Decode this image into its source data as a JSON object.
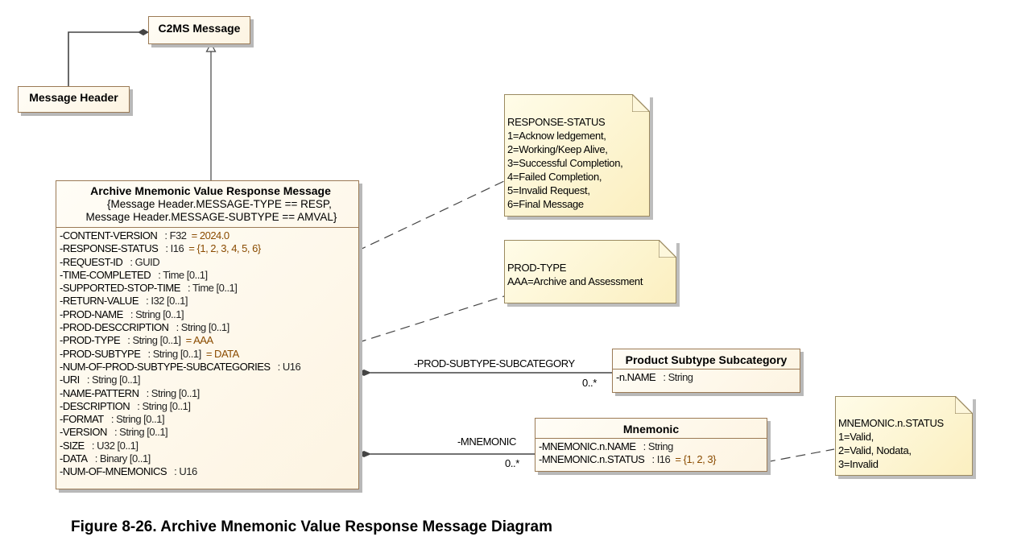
{
  "figure_caption": "Figure 8-26.  Archive Mnemonic Value Response Message Diagram",
  "classes": {
    "c2ms_message": {
      "name": "C2MS Message"
    },
    "message_header": {
      "name": "Message Header"
    },
    "archive_response": {
      "name": "Archive Mnemonic Value Response Message",
      "constraint_line1": "{Message Header.MESSAGE-TYPE == RESP,",
      "constraint_line2": "Message Header.MESSAGE-SUBTYPE == AMVAL}",
      "attributes": [
        {
          "name": "-CONTENT-VERSION",
          "type": ": F32",
          "default": "= 2024.0"
        },
        {
          "name": "-RESPONSE-STATUS",
          "type": ": I16",
          "default": "= {1, 2, 3, 4, 5, 6}"
        },
        {
          "name": "-REQUEST-ID",
          "type": ": GUID",
          "default": ""
        },
        {
          "name": "-TIME-COMPLETED",
          "type": ": Time [0..1]",
          "default": ""
        },
        {
          "name": "-SUPPORTED-STOP-TIME",
          "type": ": Time [0..1]",
          "default": ""
        },
        {
          "name": "-RETURN-VALUE",
          "type": ": I32 [0..1]",
          "default": ""
        },
        {
          "name": "-PROD-NAME",
          "type": ": String [0..1]",
          "default": ""
        },
        {
          "name": "-PROD-DESCCRIPTION",
          "type": ": String [0..1]",
          "default": ""
        },
        {
          "name": "-PROD-TYPE",
          "type": ": String [0..1]",
          "default": "= AAA"
        },
        {
          "name": "-PROD-SUBTYPE",
          "type": ": String [0..1]",
          "default": "= DATA"
        },
        {
          "name": "-NUM-OF-PROD-SUBTYPE-SUBCATEGORIES",
          "type": ": U16",
          "default": ""
        },
        {
          "name": "-URI",
          "type": ": String [0..1]",
          "default": ""
        },
        {
          "name": "-NAME-PATTERN",
          "type": ": String [0..1]",
          "default": ""
        },
        {
          "name": "-DESCRIPTION",
          "type": ": String [0..1]",
          "default": ""
        },
        {
          "name": "-FORMAT",
          "type": ": String [0..1]",
          "default": ""
        },
        {
          "name": "-VERSION",
          "type": ": String [0..1]",
          "default": ""
        },
        {
          "name": "-SIZE",
          "type": ": U32 [0..1]",
          "default": ""
        },
        {
          "name": "-DATA",
          "type": ": Binary [0..1]",
          "default": ""
        },
        {
          "name": "-NUM-OF-MNEMONICS",
          "type": ": U16",
          "default": ""
        }
      ]
    },
    "product_subtype_subcategory": {
      "name": "Product Subtype Subcategory",
      "attributes": [
        {
          "name": "-n.NAME",
          "type": ": String",
          "default": ""
        }
      ]
    },
    "mnemonic": {
      "name": "Mnemonic",
      "attributes": [
        {
          "name": "-MNEMONIC.n.NAME",
          "type": ": String",
          "default": ""
        },
        {
          "name": "-MNEMONIC.n.STATUS",
          "type": ": I16",
          "default": "= {1, 2, 3}"
        }
      ]
    }
  },
  "associations": {
    "subcategory": {
      "role": "-PROD-SUBTYPE-SUBCATEGORY",
      "multiplicity": "0..*"
    },
    "mnemonic": {
      "role": "-MNEMONIC",
      "multiplicity": "0..*"
    }
  },
  "notes": {
    "response_status": {
      "lines": [
        "RESPONSE-STATUS",
        "1=Acknow ledgement,",
        "2=Working/Keep Alive,",
        "3=Successful Completion,",
        "4=Failed Completion,",
        "5=Invalid Request,",
        "6=Final Message"
      ]
    },
    "prod_type": {
      "lines": [
        "PROD-TYPE",
        "AAA=Archive and Assessment"
      ]
    },
    "mnemonic_status": {
      "lines": [
        "MNEMONIC.n.STATUS",
        "1=Valid,",
        "2=Valid, Nodata,",
        "3=Invalid"
      ]
    }
  },
  "colors": {
    "class_border": "#9b7a55",
    "class_fill": "#fffdf6",
    "note_fill": "#fcf3cf",
    "default_value": "#8a4b00",
    "line": "#444444"
  }
}
